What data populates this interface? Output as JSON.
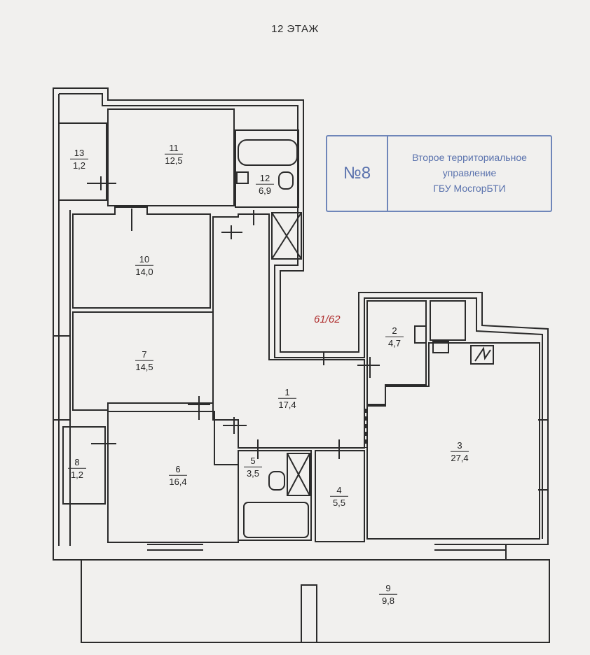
{
  "floor_title": "12 ЭТАЖ",
  "apartment_number": "61/62",
  "stamp": {
    "number": "№8",
    "line1": "Второе территориальное",
    "line2": "управление",
    "line3": "ГБУ МосгорБТИ"
  },
  "rooms": [
    {
      "id": "1",
      "num": "1",
      "area": "17,4"
    },
    {
      "id": "2",
      "num": "2",
      "area": "4,7"
    },
    {
      "id": "3",
      "num": "3",
      "area": "27,4"
    },
    {
      "id": "4",
      "num": "4",
      "area": "5,5"
    },
    {
      "id": "5",
      "num": "5",
      "area": "3,5"
    },
    {
      "id": "6",
      "num": "6",
      "area": "16,4"
    },
    {
      "id": "7",
      "num": "7",
      "area": "14,5"
    },
    {
      "id": "8",
      "num": "8",
      "area": "1,2"
    },
    {
      "id": "9",
      "num": "9",
      "area": "9,8"
    },
    {
      "id": "10",
      "num": "10",
      "area": "14,0"
    },
    {
      "id": "11",
      "num": "11",
      "area": "12,5"
    },
    {
      "id": "12",
      "num": "12",
      "area": "6,9"
    },
    {
      "id": "13",
      "num": "13",
      "area": "1,2"
    }
  ],
  "colors": {
    "wall": "#2b2b2b",
    "paper": "#f1f0ee",
    "stamp": "#5a72ad",
    "apartment_label": "#b03030"
  }
}
